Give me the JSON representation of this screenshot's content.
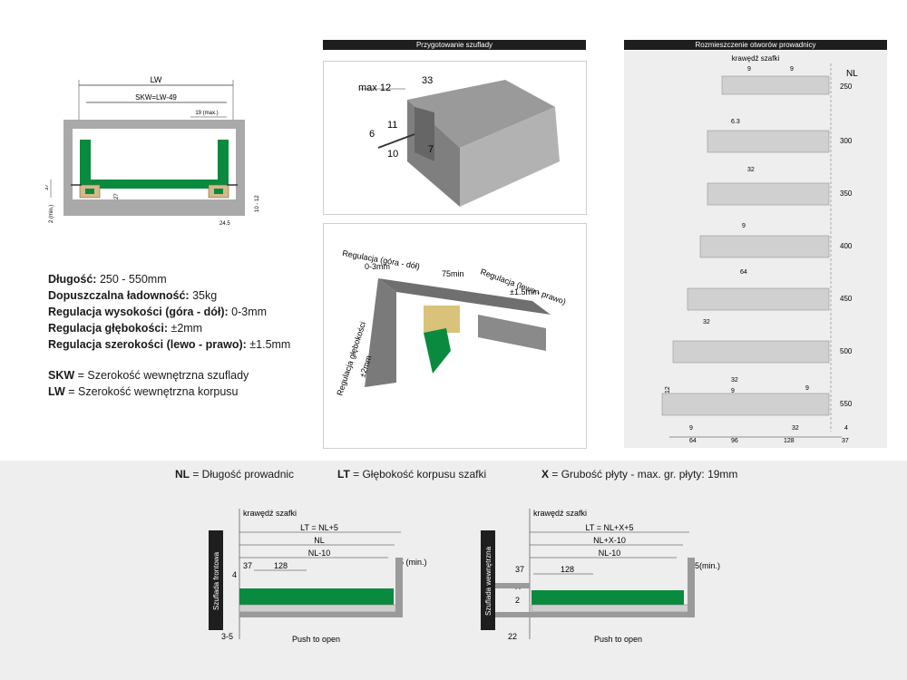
{
  "top_left": {
    "lw": "LW",
    "skw_formula": "SKW=LW-49",
    "max19": "19 (max.)",
    "d37": "37",
    "d27": "27",
    "d2min": "2 (min.)",
    "d10_12": "10 - 12",
    "d24_5": "24.5"
  },
  "specs": [
    {
      "label": "Długość:",
      "value": " 250 - 550mm"
    },
    {
      "label": "Dopuszczalna ładowność:",
      "value": " 35kg"
    },
    {
      "label": "Regulacja wysokości (góra - dół):",
      "value": " 0-3mm"
    },
    {
      "label": "Regulacja głębokości:",
      "value": " ±2mm"
    },
    {
      "label": "Regulacja szerokości (lewo - prawo):",
      "value": " ±1.5mm"
    }
  ],
  "definitions": [
    {
      "label": "SKW",
      "value": " =  Szerokość wewnętrzna szuflady"
    },
    {
      "label": "LW",
      "value": " =   Szerokość wewnętrzna korpusu"
    }
  ],
  "drawer_prep": {
    "header": "Przygotowanie szuflady",
    "max12": "max 12",
    "d33": "33",
    "d11": "11",
    "d6": "6",
    "d10": "10",
    "d7": "7"
  },
  "adjust": {
    "updown": "Regulacja (góra - dół)",
    "updown_val": "0-3mm",
    "min75": "75min",
    "leftright": "Regulacja (lewo - prawo)",
    "leftright_val": "±1.5mm",
    "depth": "Regulacja głębokości",
    "depth_val": "±2mm"
  },
  "holes": {
    "header": "Rozmieszczenie otworów prowadnicy",
    "cabinet_edge": "krawędź szafki",
    "nl_label": "NL",
    "sizes": [
      "250",
      "300",
      "350",
      "400",
      "450",
      "500",
      "550"
    ],
    "dims": {
      "d9a": "9",
      "d9b": "9",
      "d63": "6.3",
      "d32a": "32",
      "d9c": "9",
      "d64": "64",
      "d32b": "32",
      "d32c": "32",
      "d9d": "9",
      "d12": "12",
      "d9e": "9",
      "d9f": "9",
      "d32d": "32",
      "d4": "4",
      "d64b": "64",
      "d96": "96",
      "d128": "128",
      "d37": "37"
    }
  },
  "legend": [
    {
      "label": "NL",
      "value": " = Długość prowadnic"
    },
    {
      "label": "LT",
      "value": " = Głębokość korpusu szafki"
    },
    {
      "label": "X",
      "value": " = Grubość płyty - max. gr. płyty: 19mm"
    }
  ],
  "bottom_left": {
    "side_label": "Szuflada frontowa",
    "cabinet_edge": "krawędź szafki",
    "lt": "LT = NL+5",
    "nl": "NL",
    "nl10": "NL-10",
    "d37": "37",
    "d128": "128",
    "d4": "4",
    "d5min": "5 (min.)",
    "d3_5": "3-5",
    "push": "Push to open"
  },
  "bottom_right": {
    "side_label": "Szuflada wewnętrzna",
    "cabinet_edge": "krawędź szafki",
    "lt": "LT = NL+X+5",
    "nlx10": "NL+X-10",
    "nl10": "NL-10",
    "d37": "37",
    "d128": "128",
    "dx": "X",
    "d2": "2",
    "d5min": "5(min.)",
    "d22": "22",
    "push": "Push to open"
  }
}
